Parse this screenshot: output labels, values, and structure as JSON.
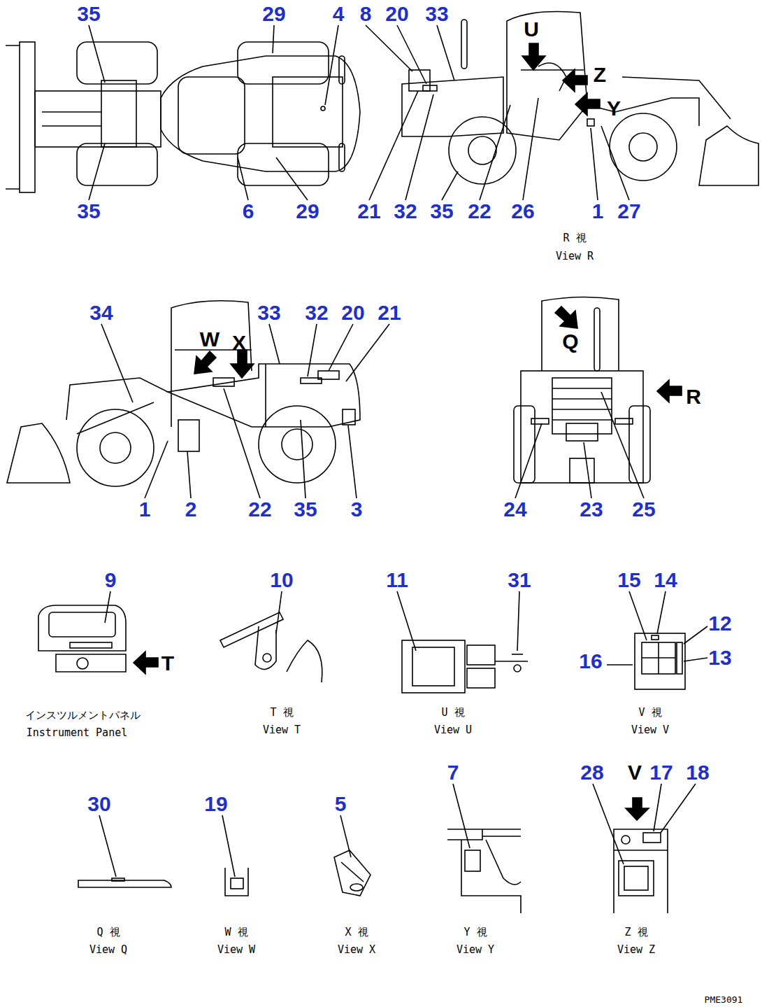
{
  "diagram": {
    "labels": [
      "35",
      "29",
      "4",
      "8",
      "20",
      "33",
      "U",
      "Z",
      "Y",
      "35",
      "6",
      "29",
      "21",
      "32",
      "35",
      "22",
      "26",
      "1",
      "27",
      "R 視",
      "View R",
      "34",
      "W",
      "X",
      "33",
      "32",
      "20",
      "21",
      "Q",
      "R",
      "1",
      "2",
      "22",
      "35",
      "3",
      "24",
      "23",
      "25",
      "9",
      "10",
      "11",
      "31",
      "15",
      "14",
      "12",
      "16",
      "13",
      "T",
      "インスツルメントパネル",
      "Instrument Panel",
      "T 視",
      "View T",
      "U 視",
      "View U",
      "V 視",
      "View V",
      "7",
      "28",
      "V",
      "17",
      "18",
      "30",
      "19",
      "5",
      "Q 視",
      "View Q",
      "W 視",
      "View W",
      "X 視",
      "View X",
      "Y 視",
      "View Y",
      "Z 視",
      "View Z",
      "PME3091"
    ]
  }
}
